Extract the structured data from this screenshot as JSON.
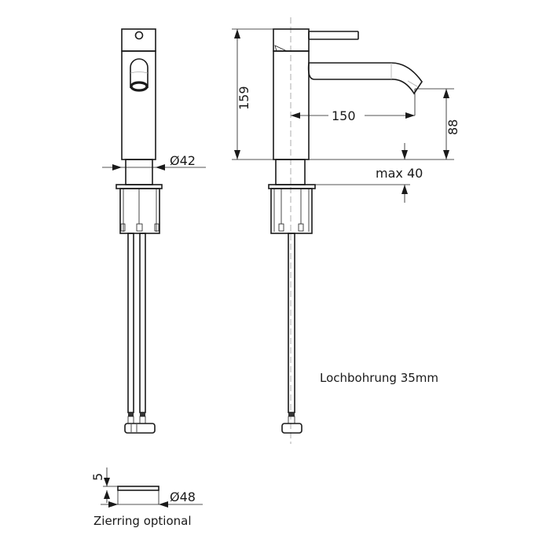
{
  "dimensions": {
    "diameter_body": "Ø42",
    "height_total": "159",
    "spout_reach": "150",
    "spout_height": "88",
    "max_thickness": "max 40",
    "ring_height": "5",
    "ring_diameter": "Ø48"
  },
  "notes": {
    "hole": "Lochbohrung 35mm",
    "ring": "Zierring optional"
  }
}
